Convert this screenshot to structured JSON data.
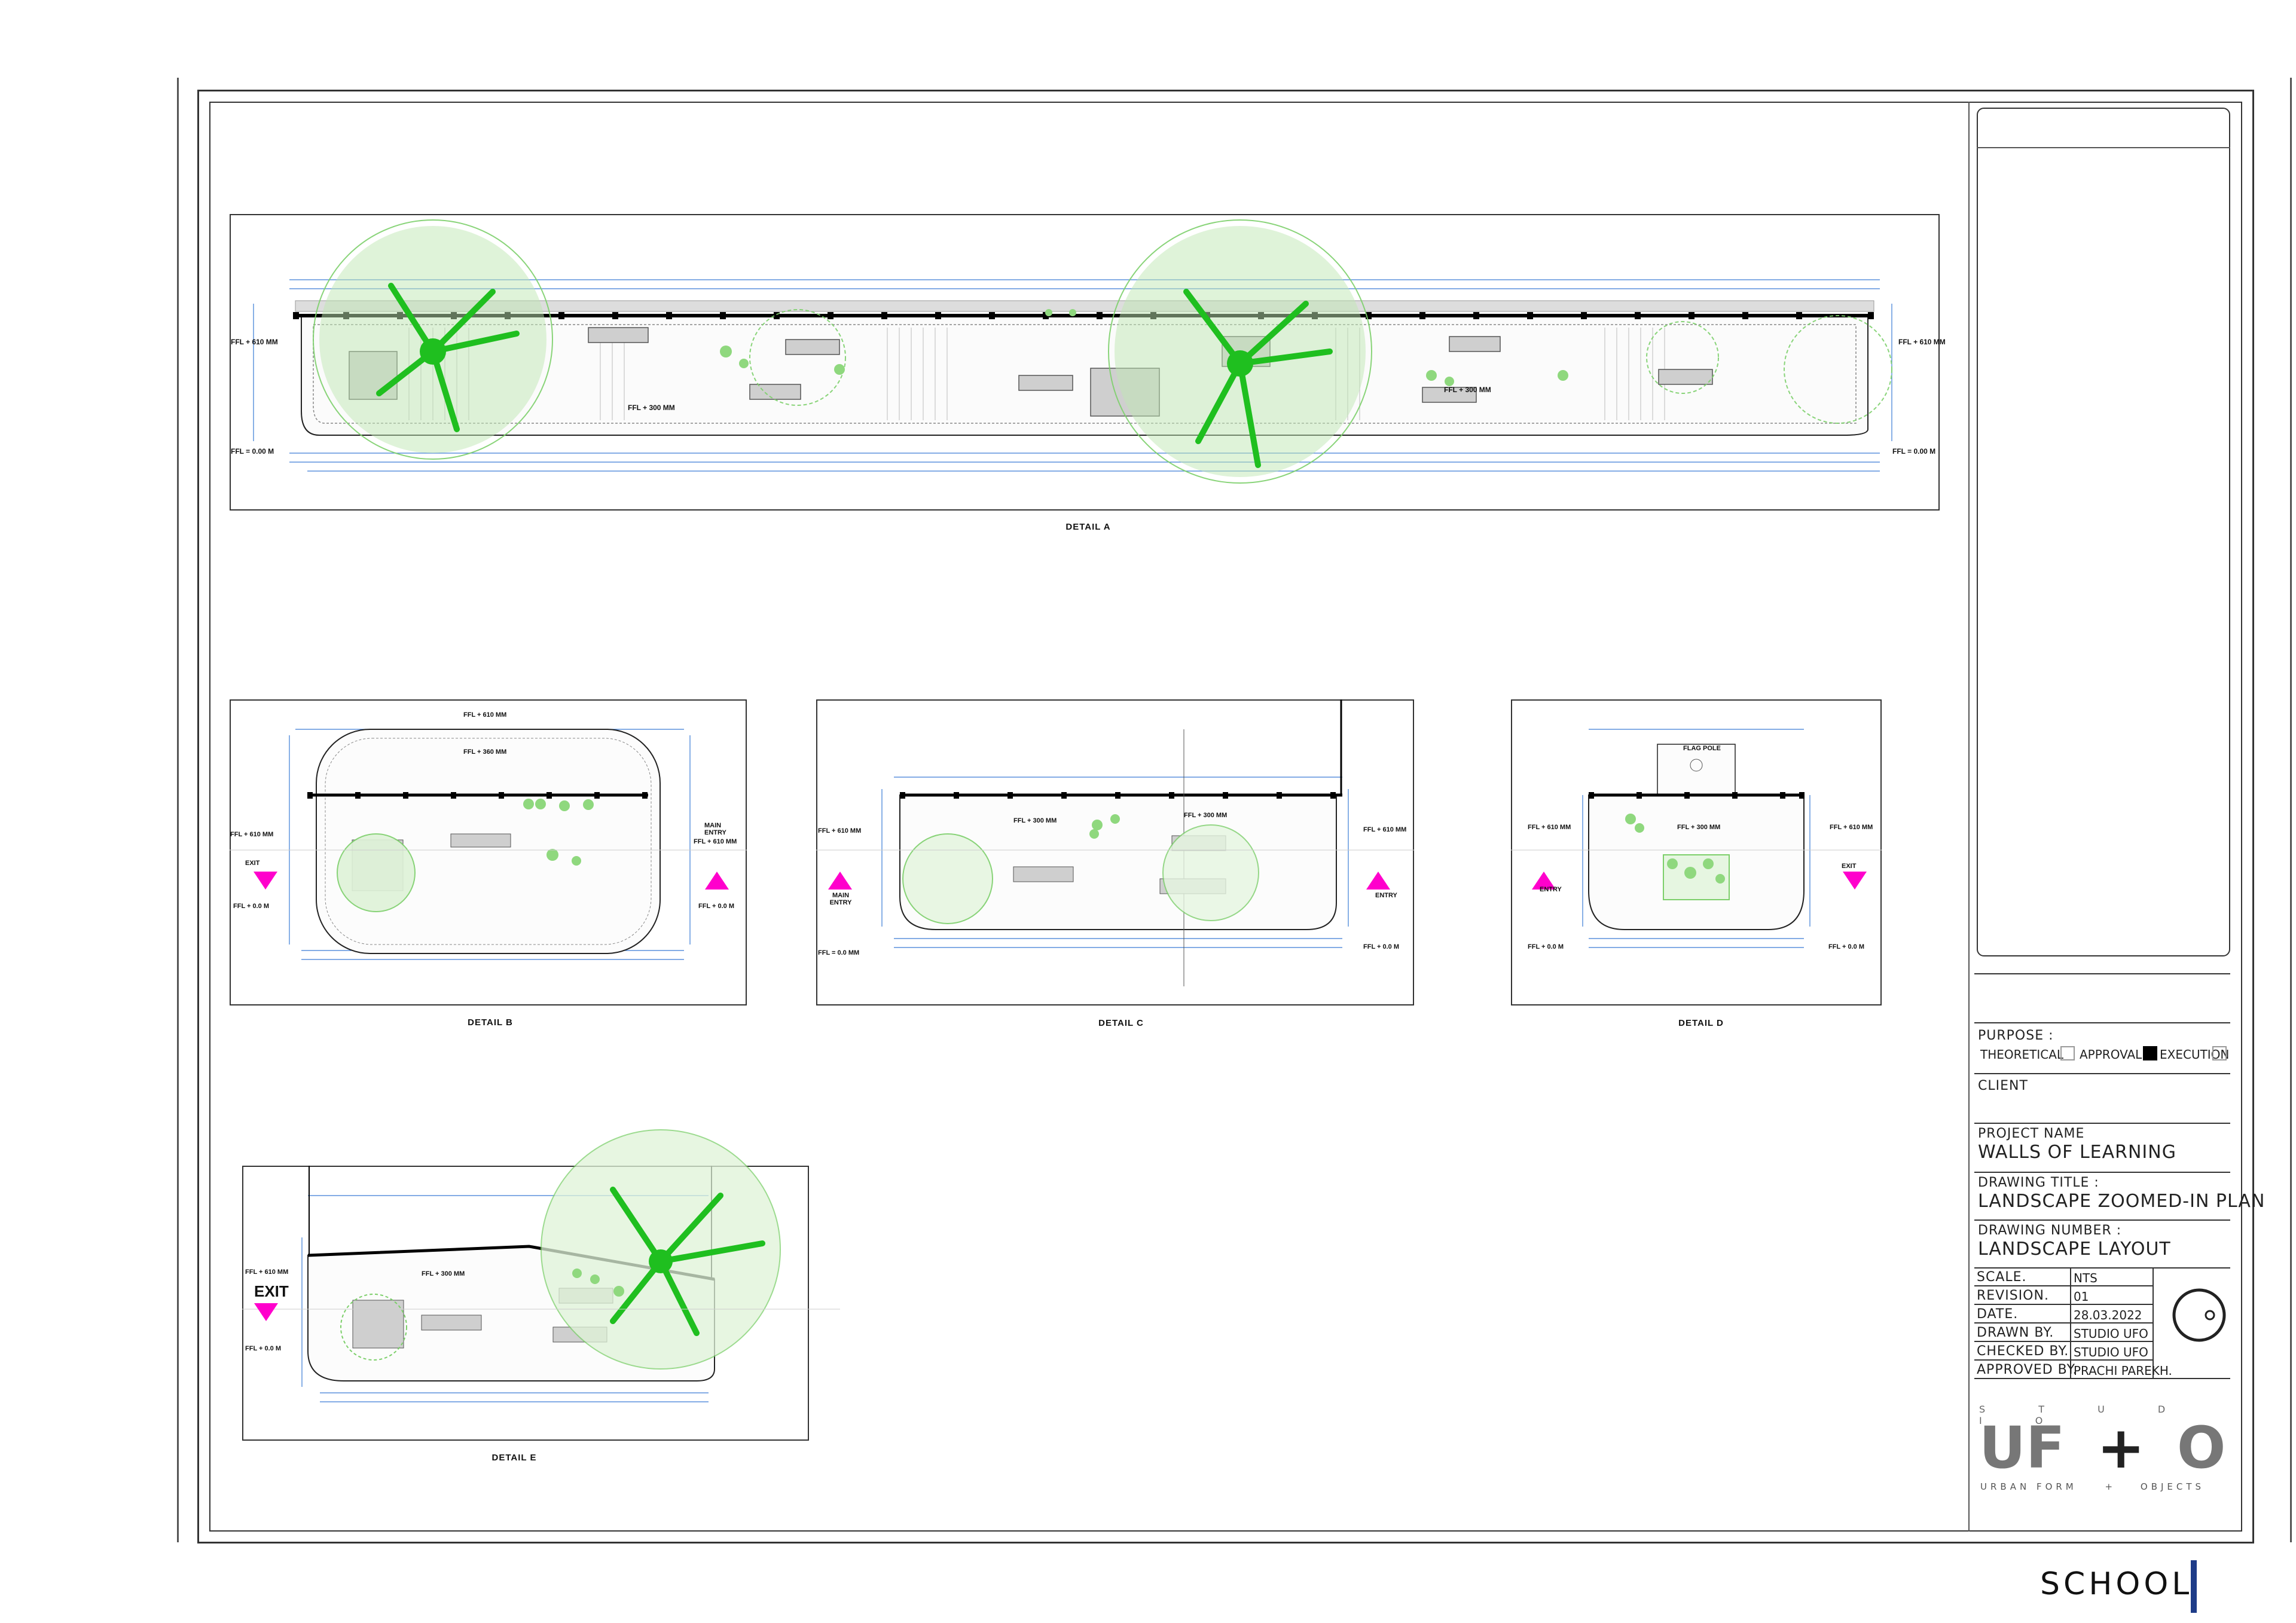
{
  "details": {
    "a": {
      "label": "DETAIL A",
      "ffl_left_top": "FFL + 610 MM",
      "ffl_left_bottom": "FFL = 0.00 M",
      "ffl_center": "FFL + 300 MM",
      "ffl_right_top": "FFL + 610 MM",
      "ffl_right_bottom": "FFL = 0.00 M",
      "ffl_mid": "FFL + 300 MM"
    },
    "b": {
      "label": "DETAIL B",
      "ffl_top": "FFL + 610 MM",
      "ffl_inner": "FFL + 360 MM",
      "ffl_left": "FFL + 610 MM",
      "exit": "EXIT",
      "ffl_left_bottom": "FFL + 0.0 M",
      "main_entry": "MAIN ENTRY",
      "ffl_right": "FFL + 610 MM",
      "ffl_right_bottom": "FFL + 0.0 M"
    },
    "c": {
      "label": "DETAIL C",
      "ffl_left": "FFL + 610 MM",
      "main_entry": "MAIN ENTRY",
      "ffl_left_bottom": "FFL = 0.0 MM",
      "ffl_center": "FFL + 300 MM",
      "ffl_center2": "FFL + 300 MM",
      "ffl_right": "FFL + 610 MM",
      "entry": "ENTRY",
      "ffl_right_bottom": "FFL + 0.0 M"
    },
    "d": {
      "label": "DETAIL D",
      "flag_pole": "FLAG POLE",
      "ffl_left": "FFL + 610 MM",
      "entry": "ENTRY",
      "ffl_left_bottom": "FFL + 0.0 M",
      "ffl_center": "FFL + 300 MM",
      "ffl_right": "FFL + 610 MM",
      "exit": "EXIT",
      "ffl_right_bottom": "FFL + 0.0 M"
    },
    "e": {
      "label": "DETAIL E",
      "ffl_left": "FFL + 610 MM",
      "exit": "EXIT",
      "ffl_left_bottom": "FFL + 0.0 M",
      "ffl_center": "FFL + 300 MM"
    }
  },
  "title_block": {
    "purpose_label": "PURPOSE :",
    "purpose_options": [
      "THEORETICAL",
      "APPROVAL",
      "EXECUTION"
    ],
    "purpose_selected": "APPROVAL",
    "client_label": "CLIENT",
    "project_name_label": "PROJECT NAME",
    "project_name": "WALLS OF LEARNING",
    "drawing_title_label": "DRAWING TITLE :",
    "drawing_title": "LANDSCAPE ZOOMED-IN PLAN",
    "drawing_number_label": "DRAWING NUMBER :",
    "drawing_number": "LANDSCAPE LAYOUT",
    "rows": [
      {
        "label": "SCALE.",
        "value": "NTS"
      },
      {
        "label": "REVISION.",
        "value": "01"
      },
      {
        "label": "DATE.",
        "value": "28.03.2022"
      },
      {
        "label": "DRAWN BY.",
        "value": "STUDIO UFO"
      },
      {
        "label": "CHECKED BY.",
        "value": "STUDIO UFO"
      },
      {
        "label": "APPROVED BY.",
        "value": "PRACHI PAREKH."
      }
    ],
    "logo_top": "S T U D I O",
    "logo_main_left": "UF",
    "logo_main_plus": "+",
    "logo_main_right": "O",
    "logo_bottom_left": "URBAN FORM",
    "logo_bottom_plus": "+",
    "logo_bottom_right": "OBJECTS"
  },
  "footer": {
    "label": "SCHOOL"
  },
  "colors": {
    "tree": "#7ccf6a",
    "tree_trunk": "#1fbf1f",
    "dimension": "#3a7bd5",
    "marker": "#ff00cc",
    "line": "#333333"
  }
}
